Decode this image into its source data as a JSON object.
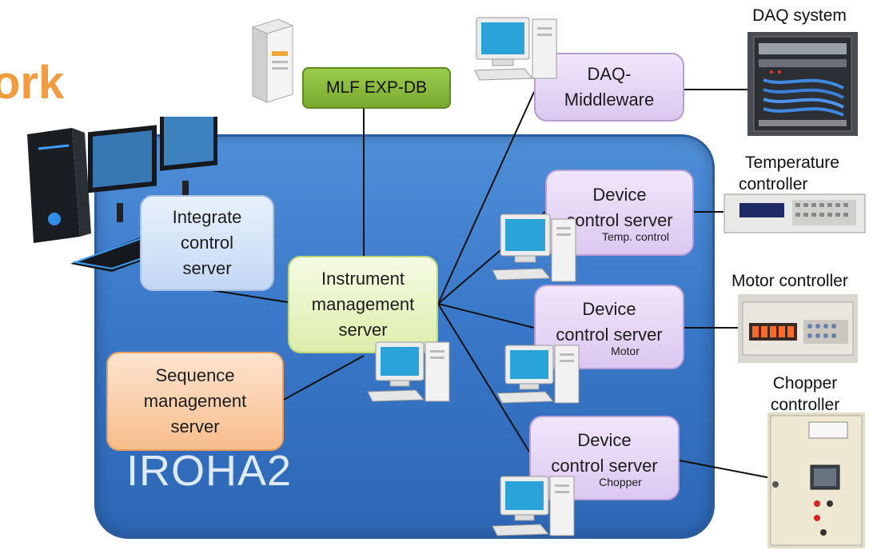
{
  "title_fragment": "ork",
  "panel_label": "IROHA2",
  "database": {
    "label": "MLF EXP-DB"
  },
  "nodes": {
    "integrate": {
      "line1": "Integrate",
      "line2": "control",
      "line3": "server"
    },
    "instrument": {
      "line1": "Instrument",
      "line2": "management",
      "line3": "server"
    },
    "sequence": {
      "line1": "Sequence",
      "line2": "management",
      "line3": "server"
    },
    "daq_middleware": {
      "line1": "DAQ-",
      "line2": "Middleware"
    },
    "device_temp": {
      "line1": "Device",
      "line2": "control server",
      "sub": "Temp. control"
    },
    "device_motor": {
      "line1": "Device",
      "line2": "control server",
      "sub": "Motor"
    },
    "device_chopper": {
      "line1": "Device",
      "line2": "control server",
      "sub": "Chopper"
    }
  },
  "devices": {
    "daq": {
      "label": "DAQ system"
    },
    "temperature": {
      "line1": "Temperature",
      "line2": "controller"
    },
    "motor": {
      "label": "Motor controller"
    },
    "chopper": {
      "line1": "Chopper",
      "line2": "controller"
    }
  },
  "colors": {
    "panel": "#3a78c9",
    "device_node": "#dcc8f0",
    "integrate_node": "#c3d7f3",
    "instrument_node": "#dcedaa",
    "sequence_node": "#f7bd8c",
    "database": "#79a92e",
    "title_accent": "#f39b3f"
  },
  "icons": [
    "server-tower-icon",
    "workstation-icon",
    "desktop-pc-icon"
  ]
}
